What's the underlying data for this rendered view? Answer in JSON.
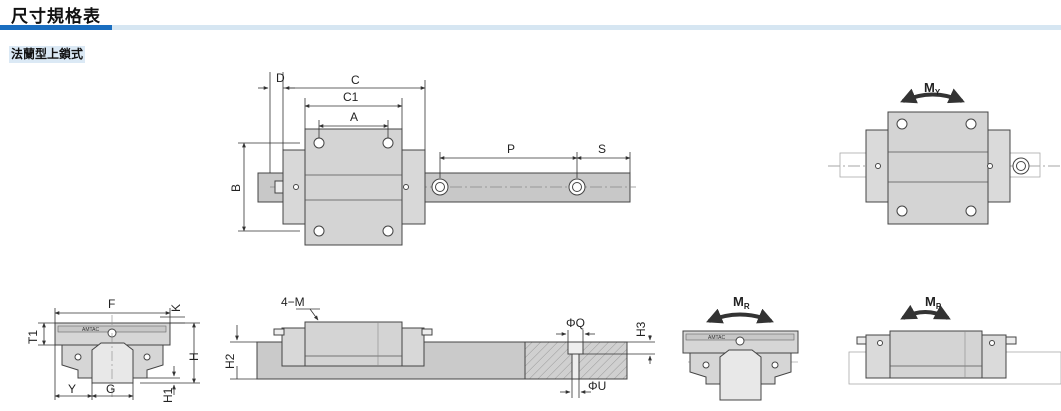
{
  "header": {
    "title": "尺寸規格表",
    "subtitle": "法蘭型上鎖式"
  },
  "top_view": {
    "dims": {
      "d": "D",
      "c": "C",
      "c1": "C1",
      "a": "A",
      "b": "B",
      "p": "P",
      "s": "S"
    }
  },
  "end_view": {
    "dims": {
      "f": "F",
      "k": "K",
      "t1": "T1",
      "h": "H",
      "y": "Y",
      "g": "G",
      "h1": "H1"
    }
  },
  "side_view": {
    "dims": {
      "m": "4−M",
      "h2": "H2",
      "q": "ΦQ",
      "h3": "H3",
      "u": "ΦU"
    }
  },
  "moments": {
    "my": {
      "base": "M",
      "sub": "Y"
    },
    "mr": {
      "base": "M",
      "sub": "R"
    },
    "mp": {
      "base": "M",
      "sub": "P"
    }
  },
  "colors": {
    "accent": "#1a6ec0",
    "bar": "#d6e6f2",
    "block": "#d4d4d4",
    "rail": "#c4c4c4",
    "hatch": "#c0c0c0"
  }
}
